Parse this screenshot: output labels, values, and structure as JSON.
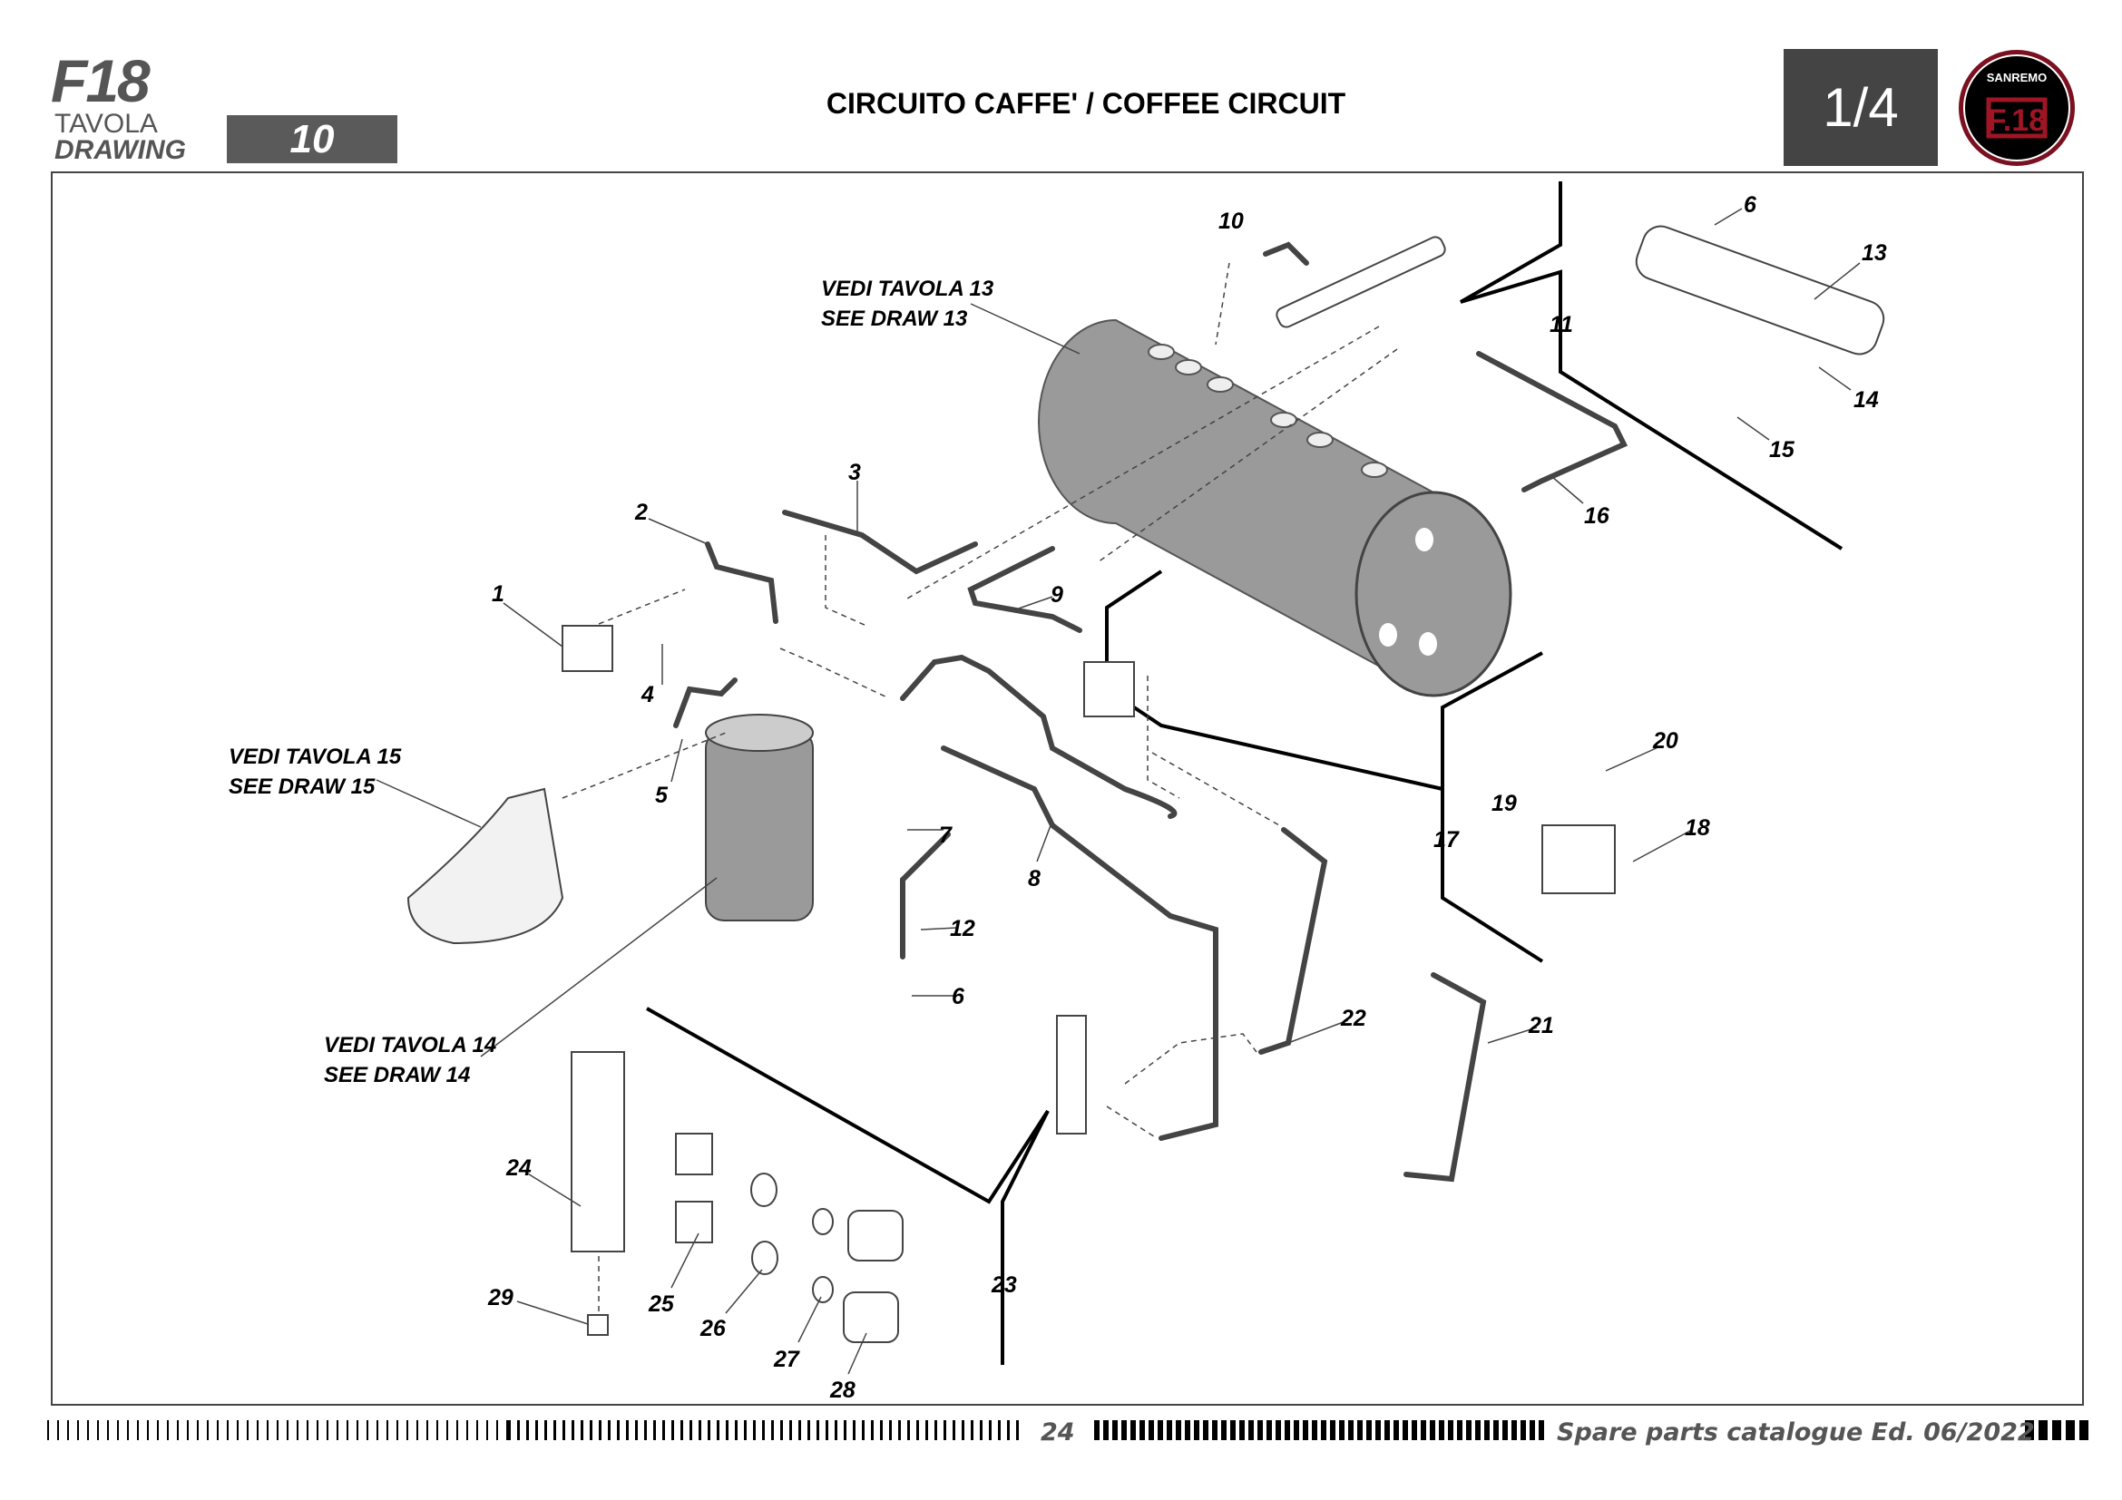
{
  "header": {
    "model": "F18",
    "drawing_label_it": "TAVOLA",
    "drawing_label_en": "DRAWING",
    "drawing_number": "10",
    "title": "CIRCUITO CAFFE' / COFFEE CIRCUIT",
    "page_indicator": "1/4",
    "logo": {
      "brand": "SANREMO",
      "model": "F.18",
      "color": "#7a1020"
    }
  },
  "diagram": {
    "references": [
      {
        "line1": "VEDI TAVOLA 13",
        "line2": "SEE DRAW 13"
      },
      {
        "line1": "VEDI TAVOLA 15",
        "line2": "SEE DRAW 15"
      },
      {
        "line1": "VEDI TAVOLA 14",
        "line2": "SEE DRAW 14"
      }
    ],
    "part_labels": [
      "10",
      "6",
      "13",
      "11",
      "14",
      "15",
      "16",
      "3",
      "2",
      "1",
      "9",
      "4",
      "5",
      "7",
      "8",
      "12",
      "6",
      "20",
      "19",
      "17",
      "18",
      "22",
      "21",
      "24",
      "23",
      "25",
      "26",
      "27",
      "28",
      "29"
    ]
  },
  "footer": {
    "page_number": "24",
    "catalogue": "Spare parts catalogue Ed. 06/2022"
  }
}
